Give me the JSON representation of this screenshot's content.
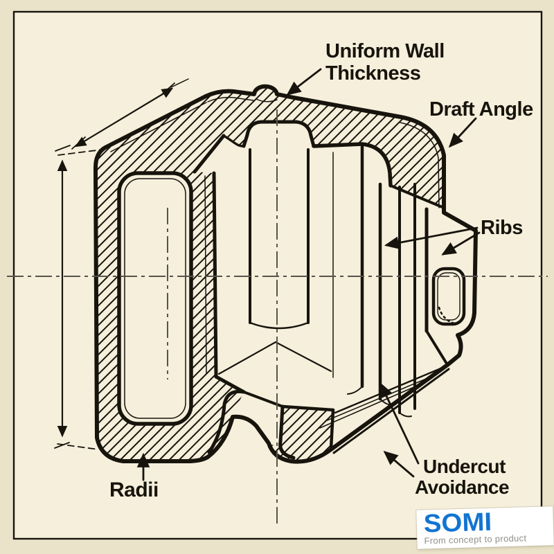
{
  "figure": {
    "type": "technical-cutaway-illustration",
    "subject": "molded part design guidelines cutaway drawing"
  },
  "callouts": {
    "uniform_wall": {
      "line1": "Uniform Wall",
      "line2": "Thickness"
    },
    "draft_angle": {
      "label": "Draft Angle"
    },
    "ribs": {
      "label": "Ribs"
    },
    "radii": {
      "label": "Radii"
    },
    "undercut": {
      "line1": "Undercut",
      "line2": "Avoidance"
    }
  },
  "logo": {
    "wordmark": "SOMI",
    "tagline": "From concept to product"
  },
  "colors": {
    "paper": "#f5efdb",
    "margin": "#ebe3c9",
    "ink": "#17140d",
    "centerline": "#56534a",
    "logo_blue": "#1274d2",
    "tagline_gray": "#8e8e89",
    "logo_card": "#ffffff"
  }
}
